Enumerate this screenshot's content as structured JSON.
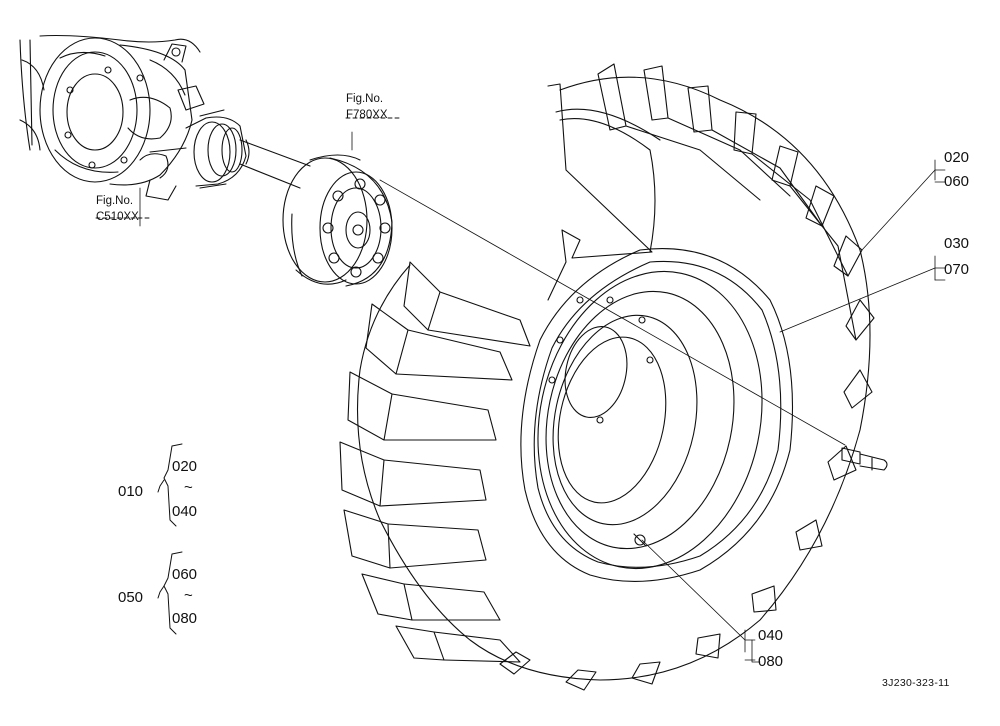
{
  "figure_refs": [
    {
      "prefix": "Fig.No.",
      "code": "F780XX"
    },
    {
      "prefix": "Fig.No.",
      "code": "C510XX"
    }
  ],
  "callouts": [
    {
      "top": "020",
      "bottom": "060"
    },
    {
      "top": "030",
      "bottom": "070"
    },
    {
      "top": "040",
      "bottom": "080"
    }
  ],
  "groups": [
    {
      "id": "010",
      "from": "020",
      "sep": "~",
      "to": "040"
    },
    {
      "id": "050",
      "from": "060",
      "sep": "~",
      "to": "080"
    }
  ],
  "drawing_number": "3J230-323-11",
  "colors": {
    "line": "#111111",
    "paper": "#ffffff"
  }
}
